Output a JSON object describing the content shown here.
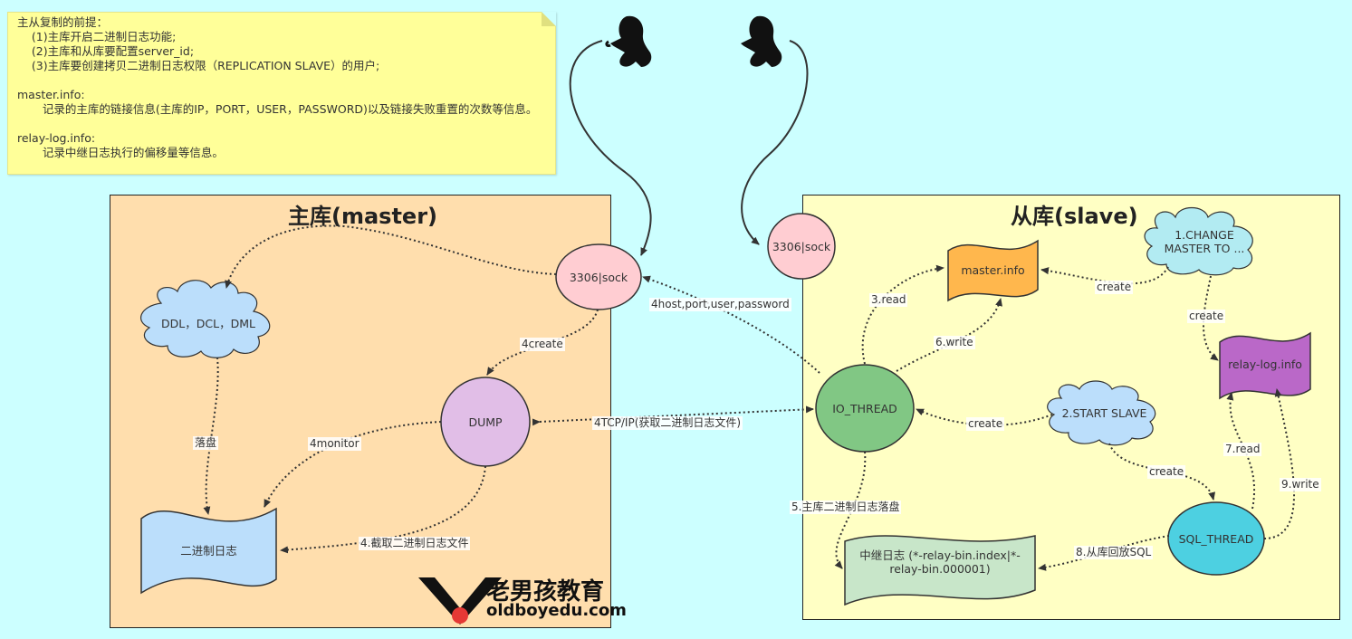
{
  "note": {
    "lines": [
      "主从复制的前提：",
      "    (1)主库开启二进制日志功能;",
      "    (2)主库和从库要配置server_id;",
      "    (3)主库要创建拷贝二进制日志权限（REPLICATION SLAVE）的用户;",
      "",
      "master.info:",
      "       记录的主库的链接信息(主库的IP，PORT，USER，PASSWORD)以及链接失败重置的次数等信息。",
      "",
      "relay-log.info:",
      "       记录中继日志执行的偏移量等信息。"
    ]
  },
  "master": {
    "title": "主库(master)",
    "sock": "3306|sock",
    "cloud": "DDL，DCL，DML",
    "dump": "DUMP",
    "binlog": "二进制日志"
  },
  "slave": {
    "title": "从库(slave)",
    "sock": "3306|sock",
    "master_info": "master.info",
    "change_master": "1.CHANGE MASTER TO ...",
    "relay_log_info": "relay-log.info",
    "io_thread": "IO_THREAD",
    "start_slave": "2.START SLAVE",
    "sql_thread": "SQL_THREAD",
    "relay_log": "中继日志 (*-relay-bin.index|*-relay-bin.000001)"
  },
  "labels": {
    "fall_disk": "落盘",
    "create_dump": "4create",
    "monitor": "4monitor",
    "capture": "4.截取二进制日志文件",
    "host_port": "4host,port,user,password",
    "tcp_ip": "4TCP/IP(获取二进制日志文件)",
    "read3": "3.read",
    "write6": "6.write",
    "create_mi": "create",
    "create_rli": "create",
    "create_io": "create",
    "create_sql": "create",
    "save5": "5.主库二进制日志落盘",
    "read7": "7.read",
    "write9": "9.write",
    "replay8": "8.从库回放SQL"
  },
  "logo": {
    "cn": "老男孩教育",
    "en": "oldboyedu.com"
  },
  "colors": {
    "background": "#ccffff",
    "note": "#ffff99",
    "master_panel": "#ffdead",
    "slave_panel": "#ffffc4",
    "sock": "#ffcdd2",
    "cloud": "#bbdefb",
    "dump": "#e1bee7",
    "io_thread": "#81c784",
    "sql_thread": "#4dd0e1",
    "master_info": "#ffb74d",
    "relay_log_info": "#ba68c8",
    "relay_log": "#c8e6c9",
    "change_master_cloud": "#b2ebf2"
  }
}
